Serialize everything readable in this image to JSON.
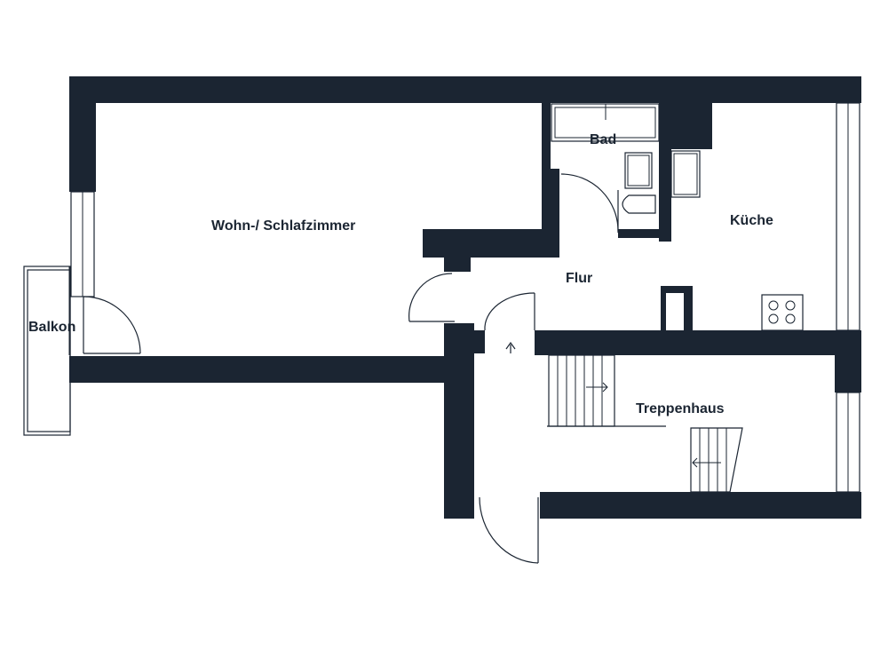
{
  "rooms": {
    "wohnzimmer": "Wohn-/ Schlafzimmer",
    "bad": "Bad",
    "kueche": "Küche",
    "flur": "Flur",
    "balkon": "Balkon",
    "treppenhaus": "Treppenhaus"
  },
  "colors": {
    "wall": "#1b2532",
    "background": "#ffffff"
  }
}
